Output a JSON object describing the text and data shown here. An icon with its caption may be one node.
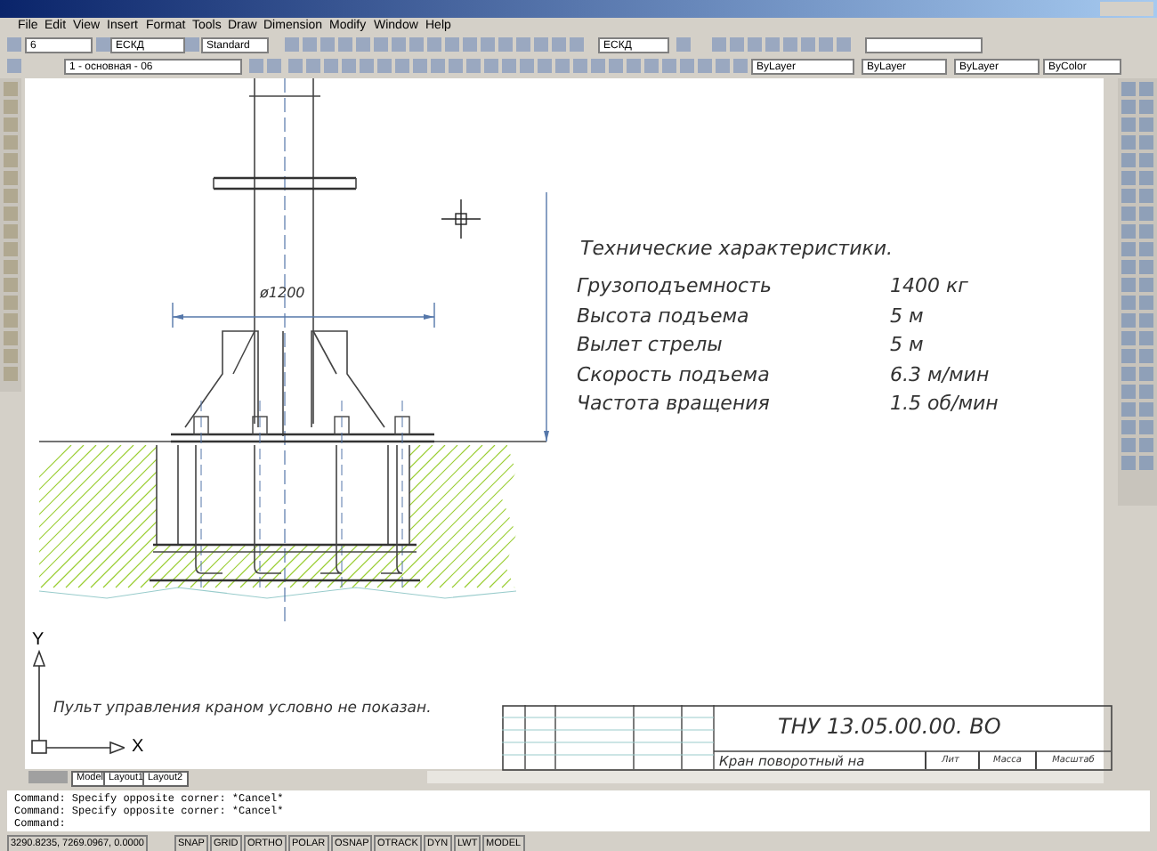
{
  "diagram": {
    "labels": [
      "File",
      "Edit",
      "View",
      "Insert",
      "Format",
      "Tools",
      "Draw",
      "Dimension",
      "Modify",
      "Window",
      "Help",
      "6",
      "ЕСКД",
      "Standard",
      "ЕСКД",
      "1 - основная - 06",
      "ByLayer",
      "ByLayer",
      "ByLayer",
      "ByColor",
      "Технические характеристики.",
      "Грузоподъемность",
      "1400 кг",
      "Высота подъема",
      "5 м",
      "Вылет стрелы",
      "5 м",
      "Скорость подъема",
      "6.3 м/мин",
      "Частота вращения",
      "1.5 об/мин",
      "ø1200",
      "Y",
      "X",
      "Пульт управления краном условно не показан.",
      "ТНУ 13.05.00.00. ВО",
      "Кран поворотный на",
      "Лит",
      "Масса",
      "Масштаб",
      "Model",
      "Layout1",
      "Layout2",
      "Command: Specify opposite corner: *Cancel*",
      "Command: Specify opposite corner: *Cancel*",
      "Command:",
      "3290.8235, 7269.0967, 0.0000",
      "SNAP",
      "GRID",
      "ORTHO",
      "POLAR",
      "OSNAP",
      "OTRACK",
      "DYN",
      "LWT",
      "MODEL"
    ]
  }
}
